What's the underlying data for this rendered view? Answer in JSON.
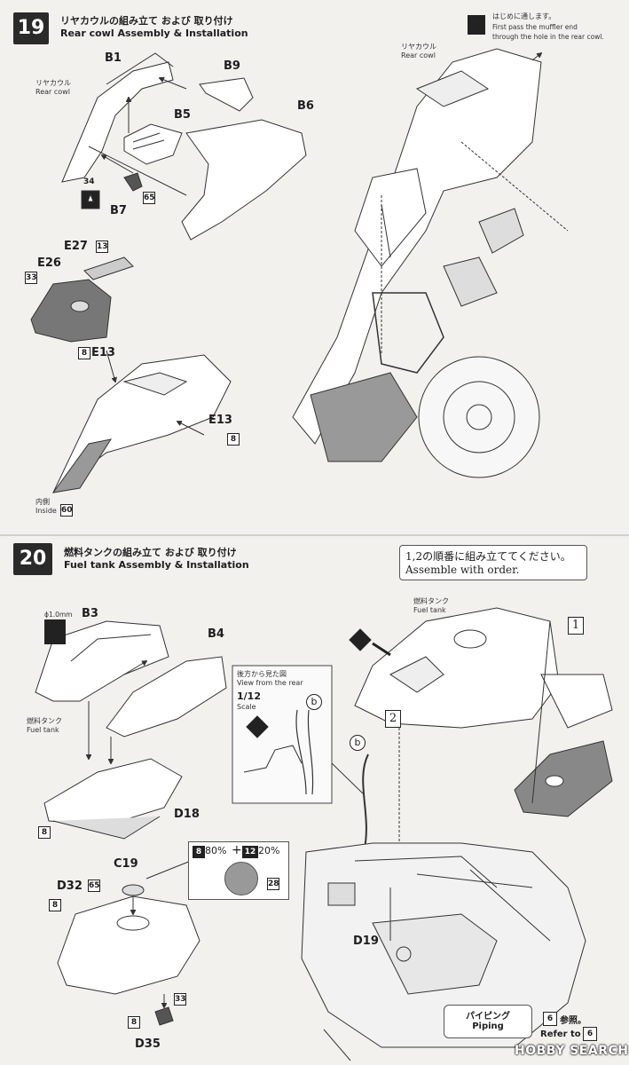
{
  "step19": {
    "number": "19",
    "title_jp": "リヤカウルの組み立て および 取り付け",
    "title_en": "Rear cowl Assembly & Installation",
    "labels": {
      "b1": "B1",
      "b9": "B9",
      "b5": "B5",
      "b6": "B6",
      "b7": "B7",
      "e27": "E27",
      "e26": "E26",
      "e13a": "E13",
      "e13b": "E13"
    },
    "rear_cowl_jp": "リヤカウル",
    "rear_cowl_en": "Rear cowl",
    "rear_cowl2_jp": "リヤカウル",
    "rear_cowl2_en": "Rear cowl",
    "inside_jp": "内側",
    "inside_en": "Inside",
    "note_jp": "はじめに通します。",
    "note_en1": "First pass the muffler end",
    "note_en2": "through the hole in the rear cowl.",
    "badges": {
      "b34": "34",
      "b65": "65",
      "b13": "13",
      "b33": "33",
      "b8a": "8",
      "b8b": "8",
      "b60": "60"
    }
  },
  "step20": {
    "number": "20",
    "title_jp": "燃料タンクの組み立て および 取り付け",
    "title_en": "Fuel tank Assembly & Installation",
    "order_jp": "1,2の順番に組み立ててください。",
    "order_en": "Assemble with order.",
    "labels": {
      "b3": "B3",
      "b4": "B4",
      "d18": "D18",
      "c19a": "C19",
      "c19b": "C19",
      "d32": "D32",
      "d35": "D35",
      "d19": "D19"
    },
    "drill": "ϕ1.0mm",
    "fuel_tank_jp": "燃料タンク",
    "fuel_tank_en": "Fuel tank",
    "fuel_tank2_jp": "燃料タンク",
    "fuel_tank2_en": "Fuel tank",
    "rear_view_jp": "後方から見た図",
    "rear_view_en": "View from the rear",
    "scale_val": "1/12",
    "scale_lbl": "Scale",
    "pipe_b": "b",
    "step1": "1",
    "step2": "2",
    "mix": {
      "c8": "8",
      "p80": "80%",
      "plus": "+",
      "c12": "12",
      "p20": "20%",
      "c28": "28"
    },
    "badges": {
      "b8": "8",
      "b65": "65",
      "b8b": "8",
      "b33": "33",
      "b8c": "8"
    },
    "piping_jp": "パイピング",
    "piping_en": "Piping",
    "ref_num": "6",
    "ref_jp": "参照。",
    "refer_to": "Refer to",
    "ref_num2": "6"
  },
  "watermark": "HOBBY SEARCH"
}
